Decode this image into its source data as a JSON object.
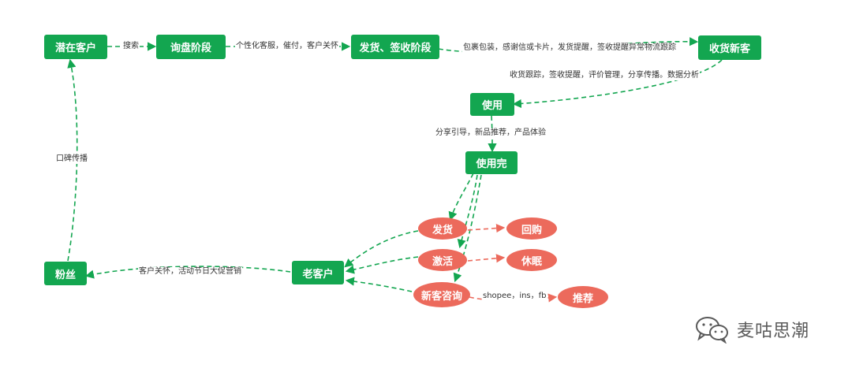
{
  "colors": {
    "green": "#13a650",
    "red": "#ec6a5c",
    "watermark": "#5a5a5a"
  },
  "nodes": {
    "potential": "潜在客户",
    "inquiry": "询盘阶段",
    "shipping_sign": "发货、签收阶段",
    "receive_new": "收货新客",
    "use": "使用",
    "used_up": "使用完",
    "old_customer": "老客户",
    "fans": "粉丝",
    "ship": "发货",
    "repurchase": "回购",
    "activate": "激活",
    "dormant": "休眠",
    "new_inquiry": "新客咨询",
    "recommend": "推荐"
  },
  "edge_labels": {
    "search": "搜索",
    "service": "个性化客服，催付，客户关怀",
    "packaging": "包裹包装，感谢信或卡片，发货提醒，签收提醒异常物流跟踪",
    "tracking": "收货跟踪，签收提醒，评价管理，分享传播。数据分析",
    "share": "分享引导，新品推荐，产品体验",
    "care": "客户关怀，活动节日大促营销",
    "word_of_mouth": "口碑传播",
    "social": "shopee，ins，fb"
  },
  "watermark": {
    "icon": "wechat-icon",
    "text": "麦咕思潮"
  }
}
